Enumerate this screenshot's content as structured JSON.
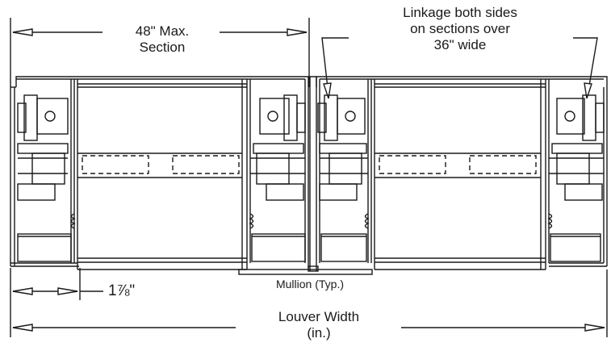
{
  "labels": {
    "max_section_line1": "48\" Max.",
    "max_section_line2": "Section",
    "linkage_line1": "Linkage both sides",
    "linkage_line2": "on sections over",
    "linkage_line3": "36\" wide",
    "frame_depth": "1⅞\"",
    "mullion": "Mullion (Typ.)",
    "louver_width_line1": "Louver Width",
    "louver_width_line2": "(in.)"
  },
  "colors": {
    "line": "#1a1a1a",
    "background": "#ffffff"
  }
}
